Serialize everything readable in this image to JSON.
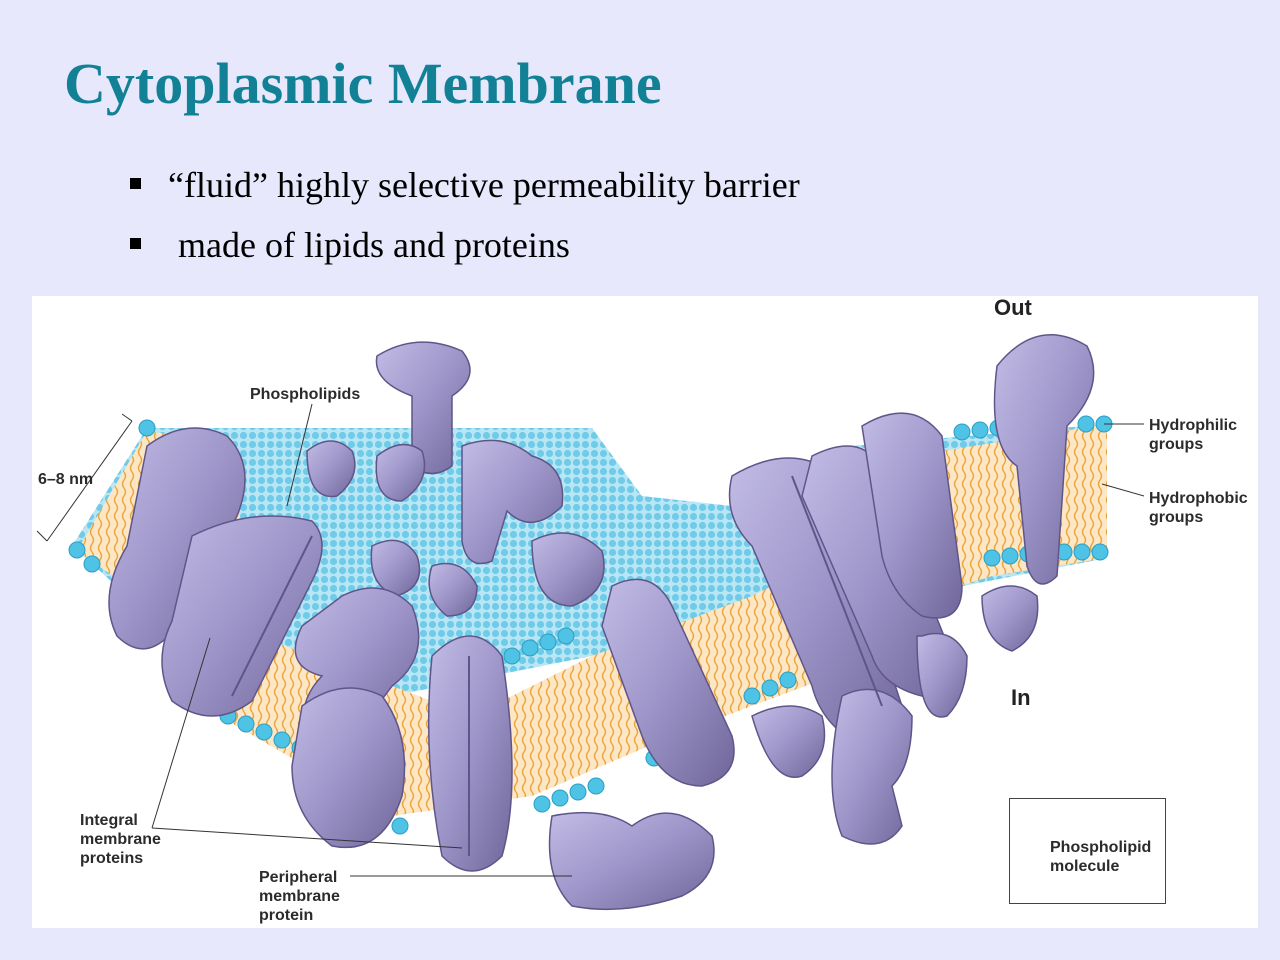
{
  "slide": {
    "title": "Cytoplasmic Membrane",
    "bullets": [
      "“fluid” highly selective permeability barrier",
      "made of lipids and proteins"
    ]
  },
  "figure": {
    "labels": {
      "out": "Out",
      "in": "In",
      "phospholipids": "Phospholipids",
      "thickness": "6–8 nm",
      "hydrophilic": "Hydrophilic\ngroups",
      "hydrophobic": "Hydrophobic\ngroups",
      "integral": "Integral\nmembrane\nproteins",
      "peripheral": "Peripheral\nmembrane\nprotein",
      "key": "Phospholipid\nmolecule"
    },
    "colors": {
      "protein": "#9d95c8",
      "protein_dark": "#6f6599",
      "head": "#4fc3e6",
      "tail_band": "#fde6c4",
      "tail": "#e8a33a",
      "sheet": "#9edcf0"
    }
  }
}
